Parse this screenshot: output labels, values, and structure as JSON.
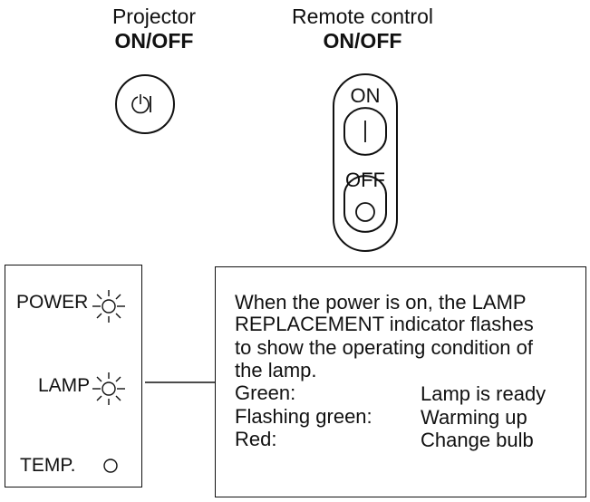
{
  "projector": {
    "label": "Projector",
    "button_label": "ON/OFF",
    "button_icon": "power-toggle-icon"
  },
  "remote": {
    "label": "Remote control",
    "button_label": "ON/OFF",
    "on_label": "ON",
    "off_label": "OFF",
    "on_icon": "line-icon",
    "off_icon": "circle-icon"
  },
  "indicators": {
    "power": "POWER",
    "lamp": "LAMP",
    "temp": "TEMP."
  },
  "info": {
    "lines": [
      "When the power is on, the LAMP",
      "REPLACEMENT indicator flashes",
      "to show the operating condition of",
      "the lamp."
    ],
    "table": [
      {
        "state": "Green:",
        "meaning": "Lamp is ready"
      },
      {
        "state": "Flashing green:",
        "meaning": "Warming up"
      },
      {
        "state": "Red:",
        "meaning": "Change bulb"
      }
    ]
  }
}
